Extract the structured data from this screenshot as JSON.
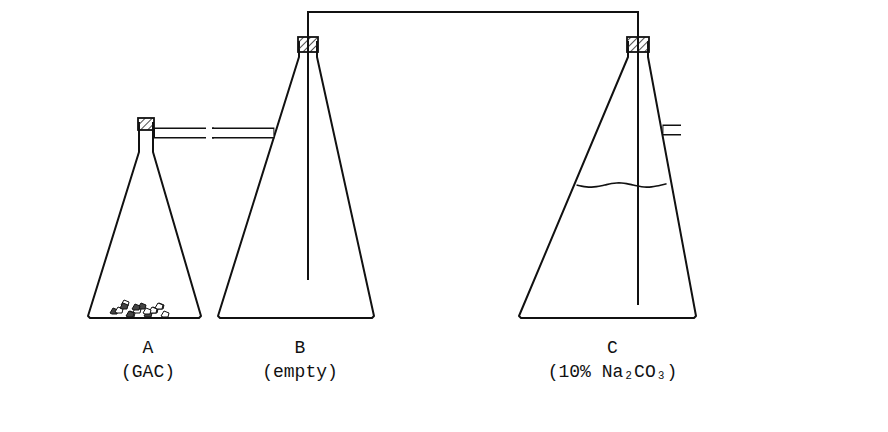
{
  "diagram": {
    "nodes": [
      {
        "text": [
          "A",
          "(GAC)"
        ]
      },
      {
        "text": [
          "B",
          "(empty)"
        ]
      },
      {
        "text": [
          "C",
          "(10% Na₂CO₃)"
        ]
      }
    ],
    "edges": [
      {
        "from": 0,
        "to": 1,
        "arrow": "none"
      },
      {
        "from": 1,
        "to": 2,
        "arrow": "none"
      }
    ]
  }
}
